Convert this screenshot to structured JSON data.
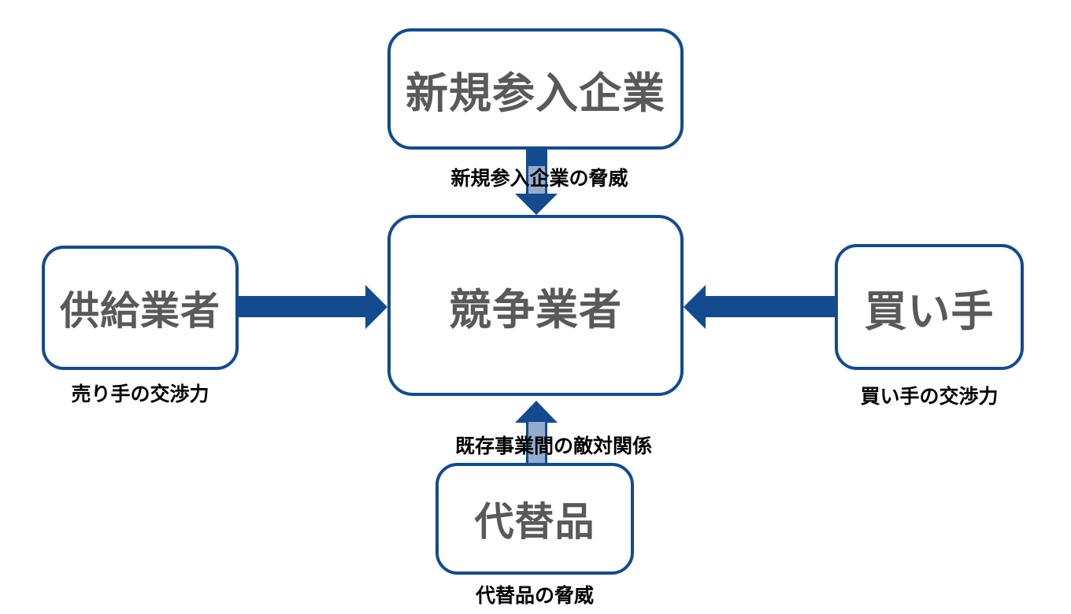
{
  "diagram": {
    "type": "five-forces",
    "nodes": {
      "new_entrants": {
        "label": "新規参入企業"
      },
      "competitors": {
        "label": "競争業者"
      },
      "suppliers": {
        "label": "供給業者"
      },
      "buyers": {
        "label": "買い手"
      },
      "substitutes": {
        "label": "代替品"
      }
    },
    "annotations": {
      "threat_of_new_entrants": "新規参入企業の脅威",
      "seller_bargaining_power": "売り手の交渉力",
      "buyer_bargaining_power": "買い手の交渉力",
      "rivalry_among_existing": "既存事業間の敵対関係",
      "threat_of_substitutes": "代替品の脅威"
    },
    "colors": {
      "arrow_dark": "#134B8E",
      "arrow_light_fill": "#93ACCE",
      "box_border": "#134B8E",
      "node_text": "#595959",
      "annotation_text": "#000000",
      "background": "#FFFFFF"
    }
  }
}
